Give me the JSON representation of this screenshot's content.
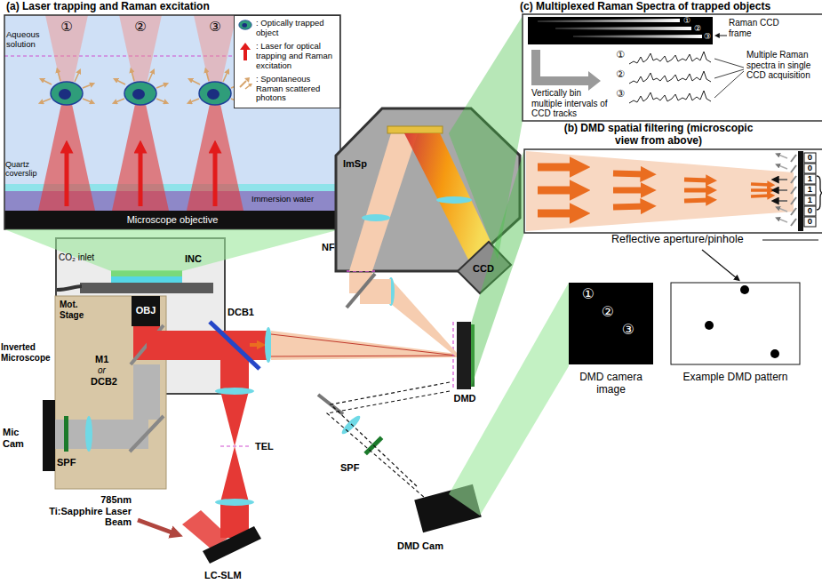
{
  "diagram": {
    "nodes": [
      {
        "text": [
          "(a) Laser trapping and Raman excitation"
        ]
      },
      {
        "text": [
          "(c) Multiplexed Raman Spectra of trapped objects"
        ]
      },
      {
        "text": [
          "(b) DMD spatial filtering (microscopic view from above)"
        ]
      },
      {
        "text": [
          "ImSp"
        ]
      },
      {
        "text": [
          "CCD"
        ]
      },
      {
        "text": [
          "INC"
        ]
      },
      {
        "text": [
          "OBJ"
        ],
        "in": 5
      },
      {
        "text": [
          "Mic Cam"
        ]
      },
      {
        "text": [
          "LC-SLM"
        ]
      },
      {
        "text": [
          "DMD"
        ]
      },
      {
        "text": [
          "DMD Cam"
        ]
      },
      {
        "text": [
          "DMD camera image"
        ]
      },
      {
        "text": [
          "Example DMD pattern"
        ]
      }
    ],
    "edges": [
      {
        "from": 9,
        "to": 10,
        "arrow": "none"
      }
    ],
    "labels": [
      "①",
      "②",
      "③",
      "Aqueous solution",
      "Quartz coverslip",
      "Immersion water",
      "Microscope objective",
      "CO₂ inlet",
      "Mot. Stage",
      "Inverted Microscope",
      "M1",
      "or",
      "DCB2",
      "SPF",
      "785nm Ti:Sapphire Laser Beam",
      "TEL",
      "DCB1",
      "NF",
      "SPF",
      "①",
      "②",
      "③",
      "Raman CCD frame",
      "Vertically bin multiple intervals of CCD tracks",
      "①",
      "②",
      "③",
      "Multiple Raman spectra in single CCD acquisition",
      "0",
      "0",
      "1",
      "1",
      "1",
      "0",
      "0",
      "Reflective aperture/pinhole",
      "①",
      "②",
      "③"
    ],
    "legend": [
      {
        "text": ": Optically trapped object"
      },
      {
        "text": ": Laser for optical trapping and Raman excitation"
      },
      {
        "text": ": Spontaneous Raman scattered photons"
      }
    ]
  }
}
